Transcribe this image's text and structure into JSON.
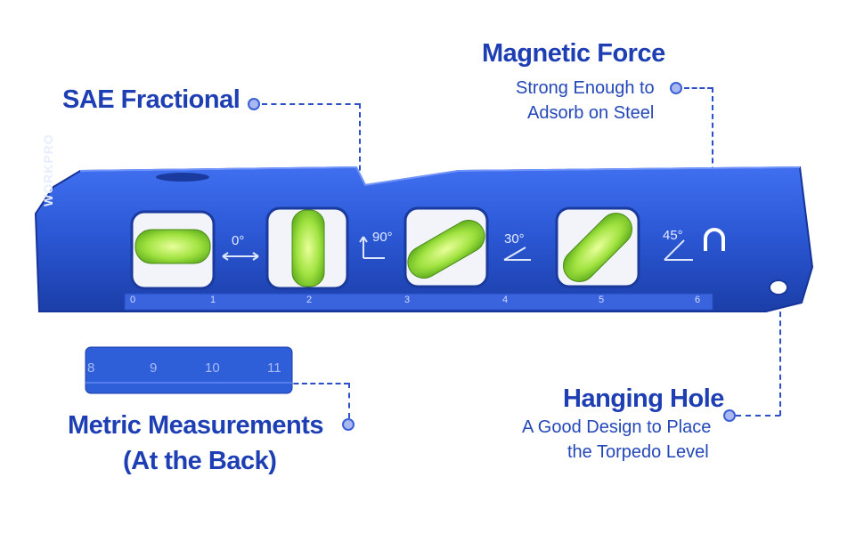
{
  "callouts": {
    "sae": {
      "title": "SAE Fractional"
    },
    "magnetic": {
      "title": "Magnetic Force",
      "line1": "Strong Enough to",
      "line2": "Adsorb on Steel"
    },
    "metric": {
      "title_line1": "Metric Measurements",
      "title_line2": "(At the Back)"
    },
    "hanging": {
      "title": "Hanging Hole",
      "line1": "A Good Design to Place",
      "line2": "the Torpedo Level"
    }
  },
  "level": {
    "brand": "WORKPRO",
    "angles": [
      "0°",
      "90°",
      "30°",
      "45°"
    ],
    "ruler_numbers": [
      "0",
      "1",
      "2",
      "3",
      "4",
      "5",
      "6"
    ],
    "metric_numbers": [
      "8",
      "9",
      "10",
      "11"
    ]
  },
  "colors": {
    "accent": "#1e3fb3",
    "level_body": "#2f5fd8",
    "bubble": "#8ee03a"
  }
}
